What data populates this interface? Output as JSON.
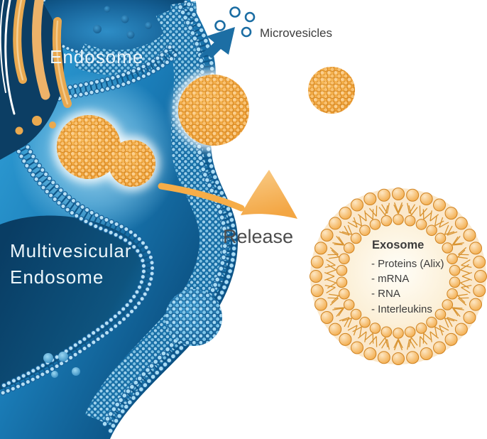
{
  "diagram": {
    "title_context": "Exosome release diagram",
    "labels": {
      "endosome": "Endosome",
      "multivesicular_endosome": [
        "Multivesicular",
        "Endosome"
      ],
      "microvesicles": "Microvesicles",
      "release": "Release"
    },
    "exosome": {
      "title": "Exosome",
      "items": [
        "- Proteins (Alix)",
        "- mRNA",
        "- RNA",
        "- Interleukins"
      ]
    },
    "icons": {
      "blue_arrow": "microvesicle-budding-arrow",
      "orange_arrow": "release-arrow",
      "golgi": "golgi-apparatus"
    },
    "colors": {
      "blue_light": "#35a7de",
      "blue_mid": "#1673ad",
      "blue_dark": "#0b4a77",
      "navy": "#0c3e64",
      "bead_blue": "#aadcf4",
      "orange": "#f0a135",
      "orange_light": "#fbd9a0",
      "cream": "#fdf4e3",
      "arrow_blue": "#1c6ea4",
      "arrow_orange": "#f6ad48",
      "text_dark": "#3c3c3c",
      "text_light": "#ecf6fb"
    }
  }
}
